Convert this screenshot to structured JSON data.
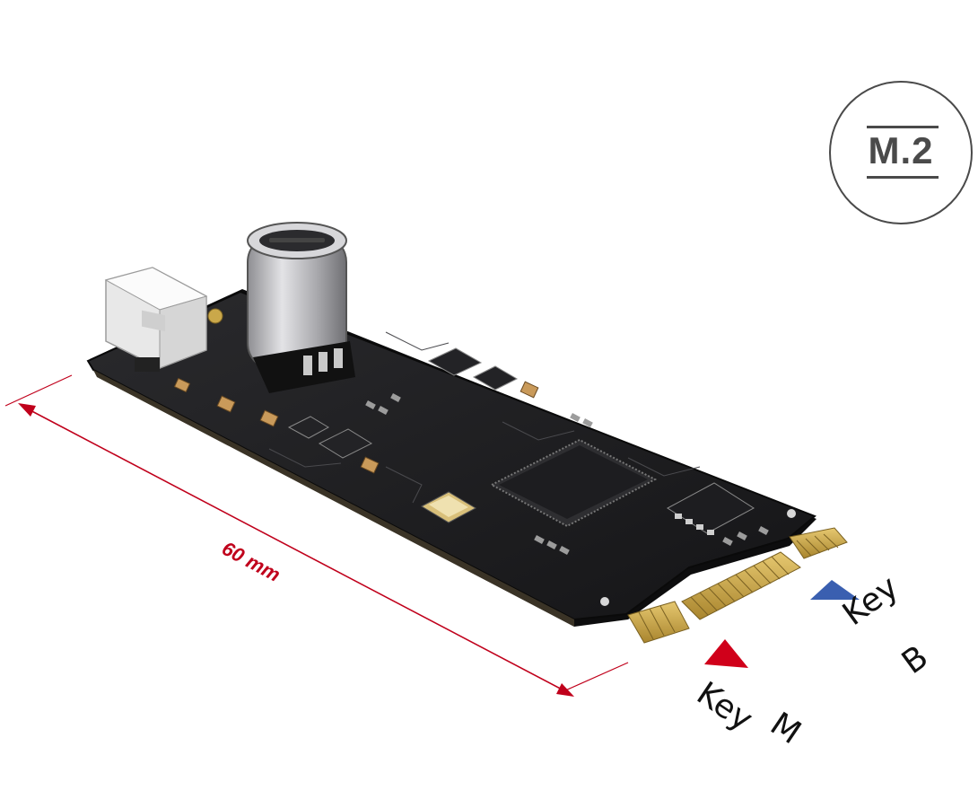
{
  "badge": {
    "text": "M.2"
  },
  "dimension": {
    "label": "60 mm",
    "color": "#c0001b"
  },
  "key_m": {
    "word": "Key",
    "letter": "M",
    "marker_color": "#d0001a"
  },
  "key_b": {
    "word": "Key",
    "letter": "B",
    "marker_color": "#3a5fb0"
  },
  "colors": {
    "pcb": "#1c1c1e",
    "gold": "#c9a646",
    "connector_white": "#f2f2f2",
    "usb_metal": "#b9b9bc"
  }
}
